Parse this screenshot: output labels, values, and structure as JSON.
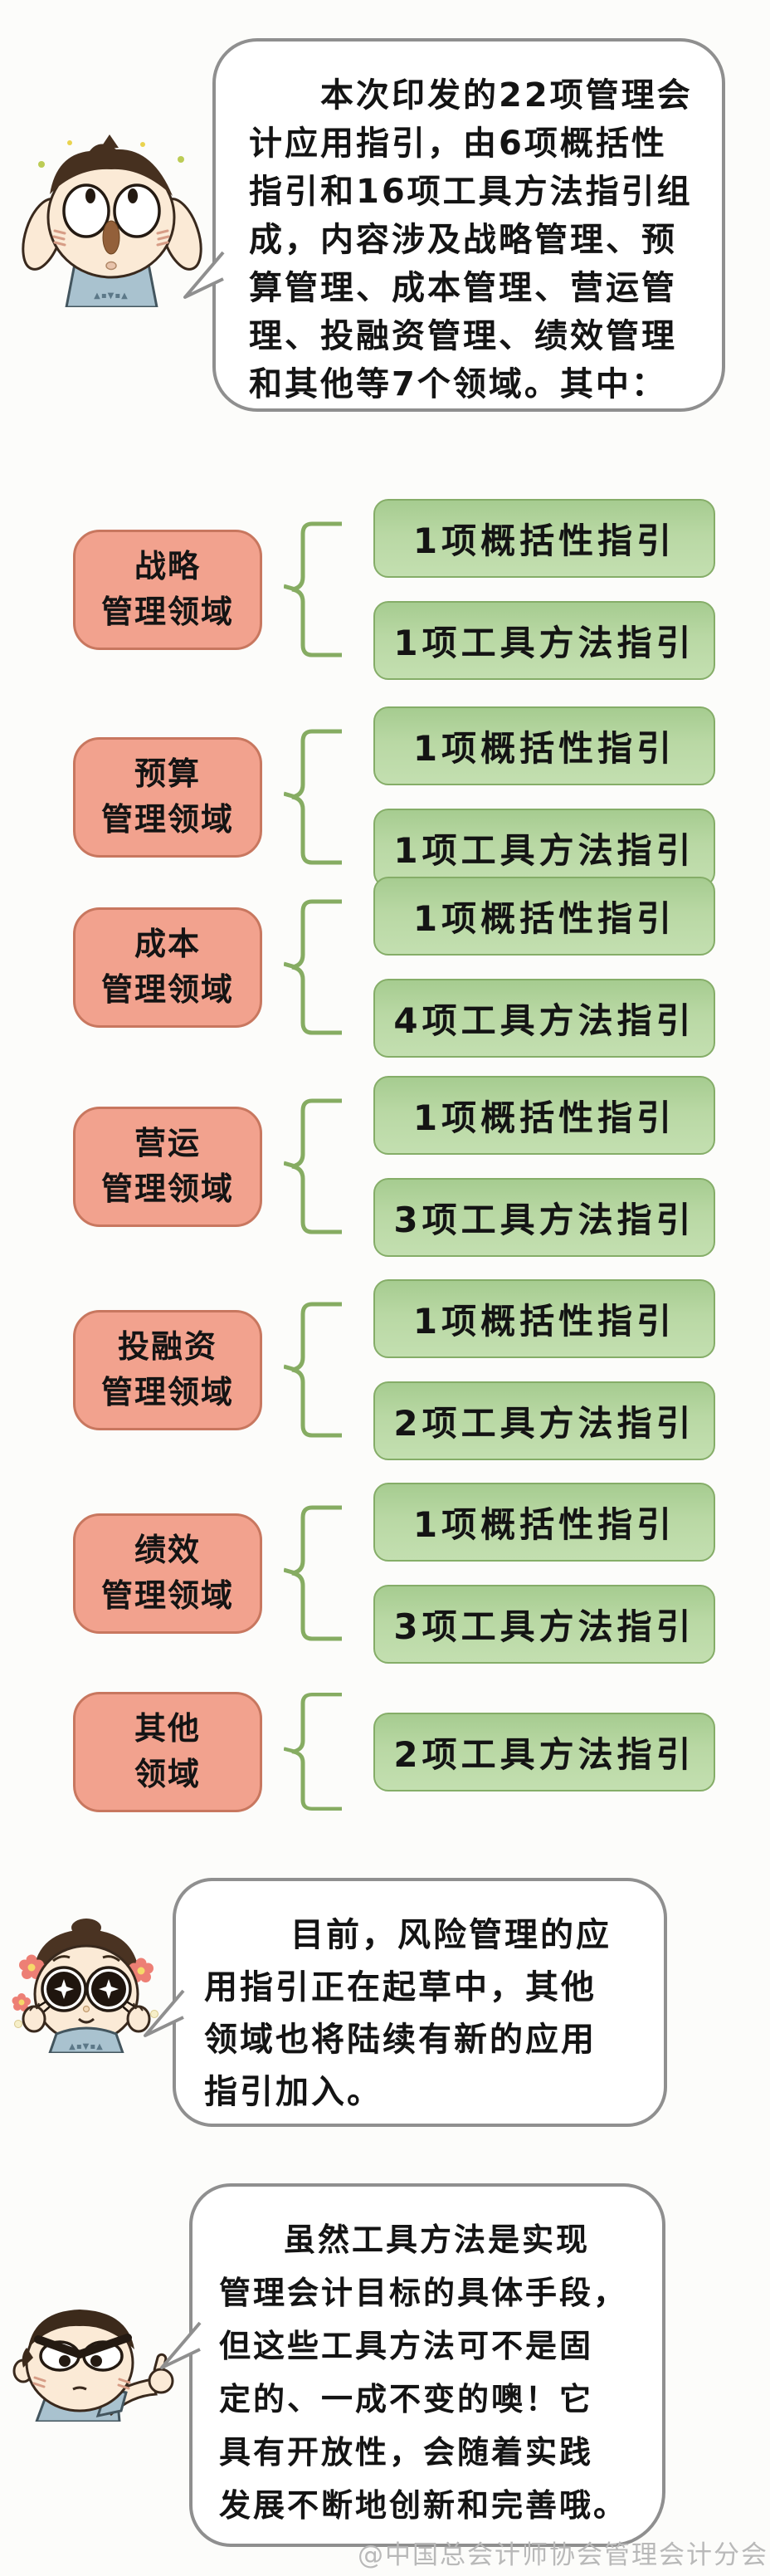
{
  "colors": {
    "area_box_fill": "#f2a28e",
    "area_box_border": "#c8775f",
    "item_box_fill": "#b9d8a4",
    "item_box_border": "#85ad68",
    "brace_green": "#86ac62",
    "bubble_border": "#8f8f8f",
    "text_black": "#141414",
    "watermark_gray": "#b9b9b9"
  },
  "intro_bubble": {
    "lines": [
      "本次印发的22项管理会",
      "计应用指引，由6项概括性",
      "指引和16项工具方法指引组",
      "成，内容涉及战略管理、预",
      "算管理、成本管理、营运管",
      "理、投融资管理、绩效管理",
      "和其他等7个领域。其中："
    ]
  },
  "areas": [
    {
      "name_line1": "战略",
      "name_line2": "管理领域",
      "items": [
        "1项概括性指引",
        "1项工具方法指引"
      ]
    },
    {
      "name_line1": "预算",
      "name_line2": "管理领域",
      "items": [
        "1项概括性指引",
        "1项工具方法指引"
      ]
    },
    {
      "name_line1": "成本",
      "name_line2": "管理领域",
      "items": [
        "1项概括性指引",
        "4项工具方法指引"
      ]
    },
    {
      "name_line1": "营运",
      "name_line2": "管理领域",
      "items": [
        "1项概括性指引",
        "3项工具方法指引"
      ]
    },
    {
      "name_line1": "投融资",
      "name_line2": "管理领域",
      "items": [
        "1项概括性指引",
        "2项工具方法指引"
      ]
    },
    {
      "name_line1": "绩效",
      "name_line2": "管理领域",
      "items": [
        "1项概括性指引",
        "3项工具方法指引"
      ]
    },
    {
      "name_line1": "其他",
      "name_line2": "领域",
      "items": [
        "2项工具方法指引"
      ]
    }
  ],
  "risk_bubble": {
    "lines": [
      "目前，风险管理的应",
      "用指引正在起草中，其他",
      "领域也将陆续有新的应用",
      "指引加入。"
    ]
  },
  "tools_bubble": {
    "lines": [
      "虽然工具方法是实现",
      "管理会计目标的具体手段，",
      "但这些工具方法可不是固",
      "定的、一成不变的噢！它",
      "具有开放性，会随着实践",
      "发展不断地创新和完善哦。"
    ]
  },
  "characters": {
    "top": "surprised-hands-on-head",
    "middle": "starry-eyed-flower-girl",
    "bottom": "determined-thumbs-up",
    "shirt_label": "▲▪▼▪▲"
  },
  "watermark": {
    "text": "@中国总会计师协会管理会计分会"
  }
}
